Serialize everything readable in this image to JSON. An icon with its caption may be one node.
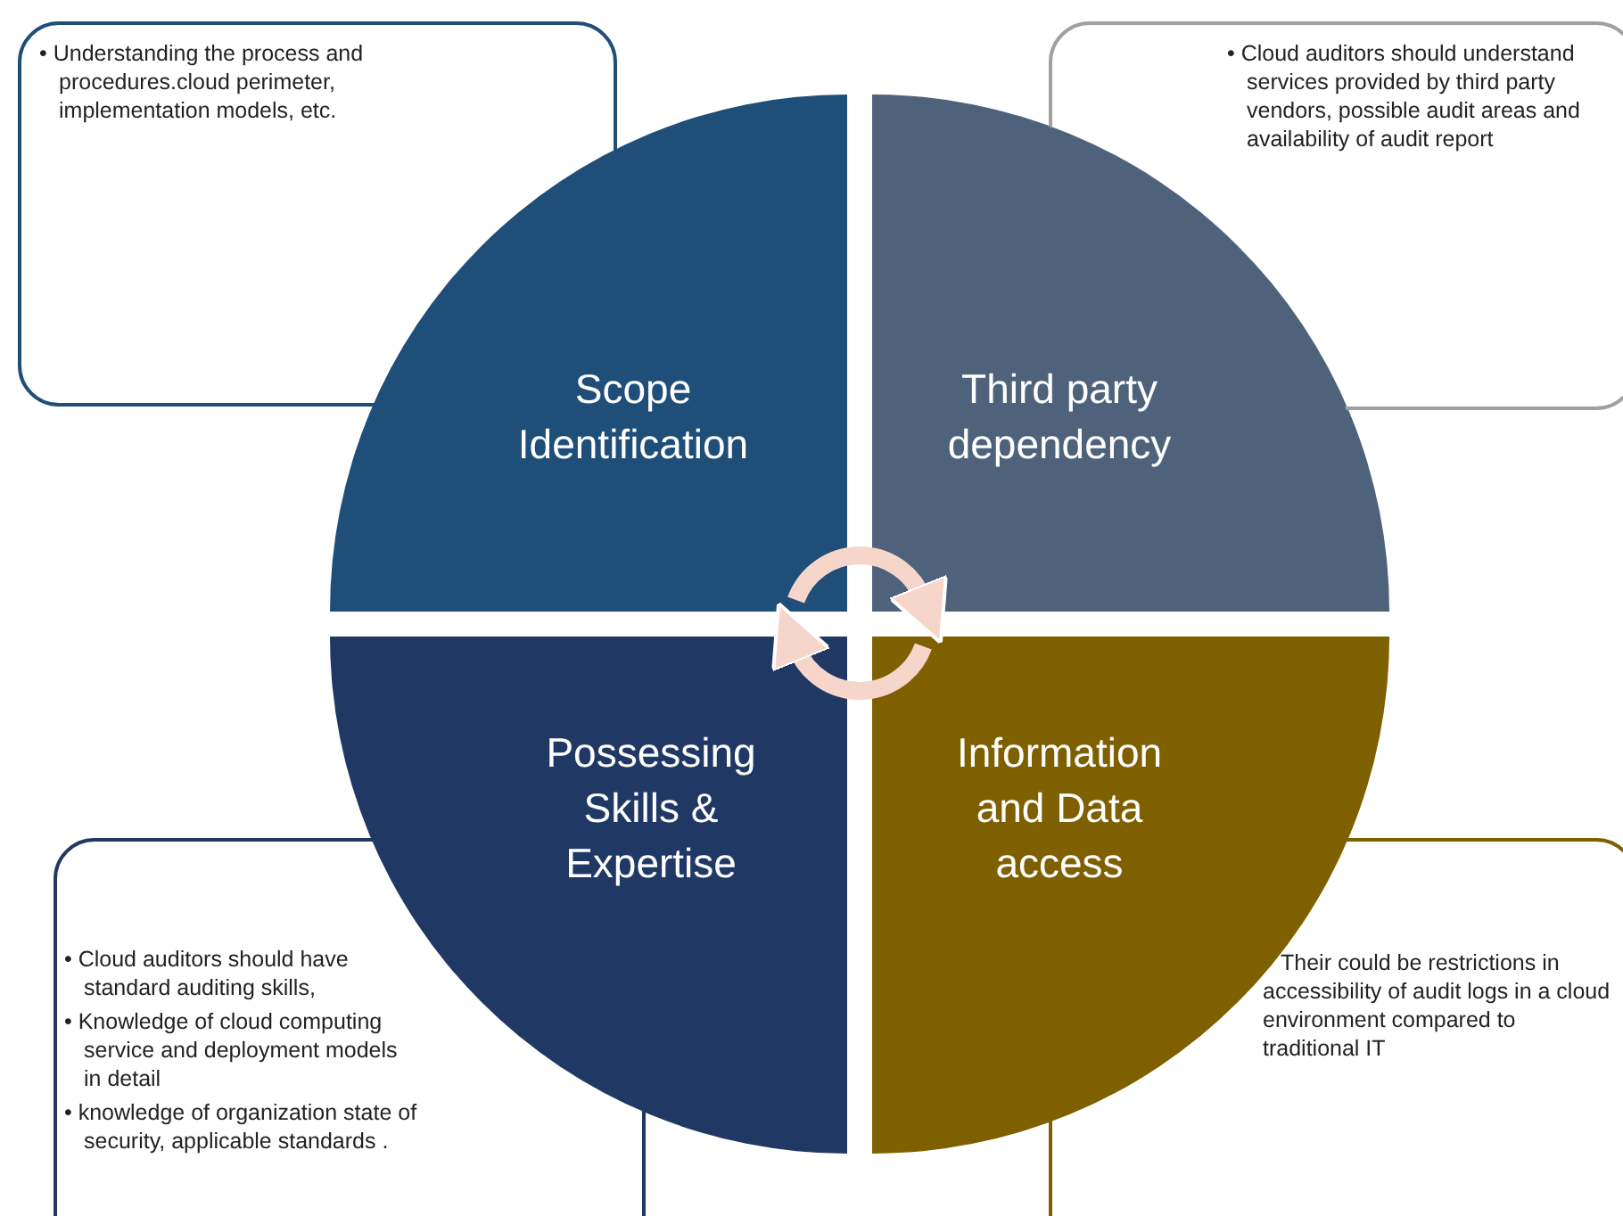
{
  "diagram": {
    "nodes": [
      {
        "text": [
          "• Understanding the process and procedures.cloud perimeter,  implementation models, etc."
        ]
      },
      {
        "text": [
          "• Cloud auditors should understand services provided by third party vendors, possible audit areas and availability of audit report"
        ]
      },
      {
        "text": [
          "Scope Identification"
        ]
      },
      {
        "text": [
          "Third party dependency"
        ]
      },
      {
        "text": [
          "Possessing Skills & Expertise"
        ]
      },
      {
        "text": [
          "Information and Data access"
        ]
      },
      {
        "text": [
          "• Cloud auditors should have standard auditing skills,",
          "• Knowledge of cloud computing service and deployment models in detail",
          "• knowledge of organization state of security, applicable standards ."
        ]
      },
      {
        "text": [
          "Their could be restrictions in accessibility of audit logs in a cloud environment compared to traditional IT"
        ]
      }
    ],
    "edges": [
      {
        "from": 2,
        "to": 3,
        "arrow": "to"
      },
      {
        "from": 5,
        "to": 4,
        "arrow": "to"
      }
    ]
  }
}
